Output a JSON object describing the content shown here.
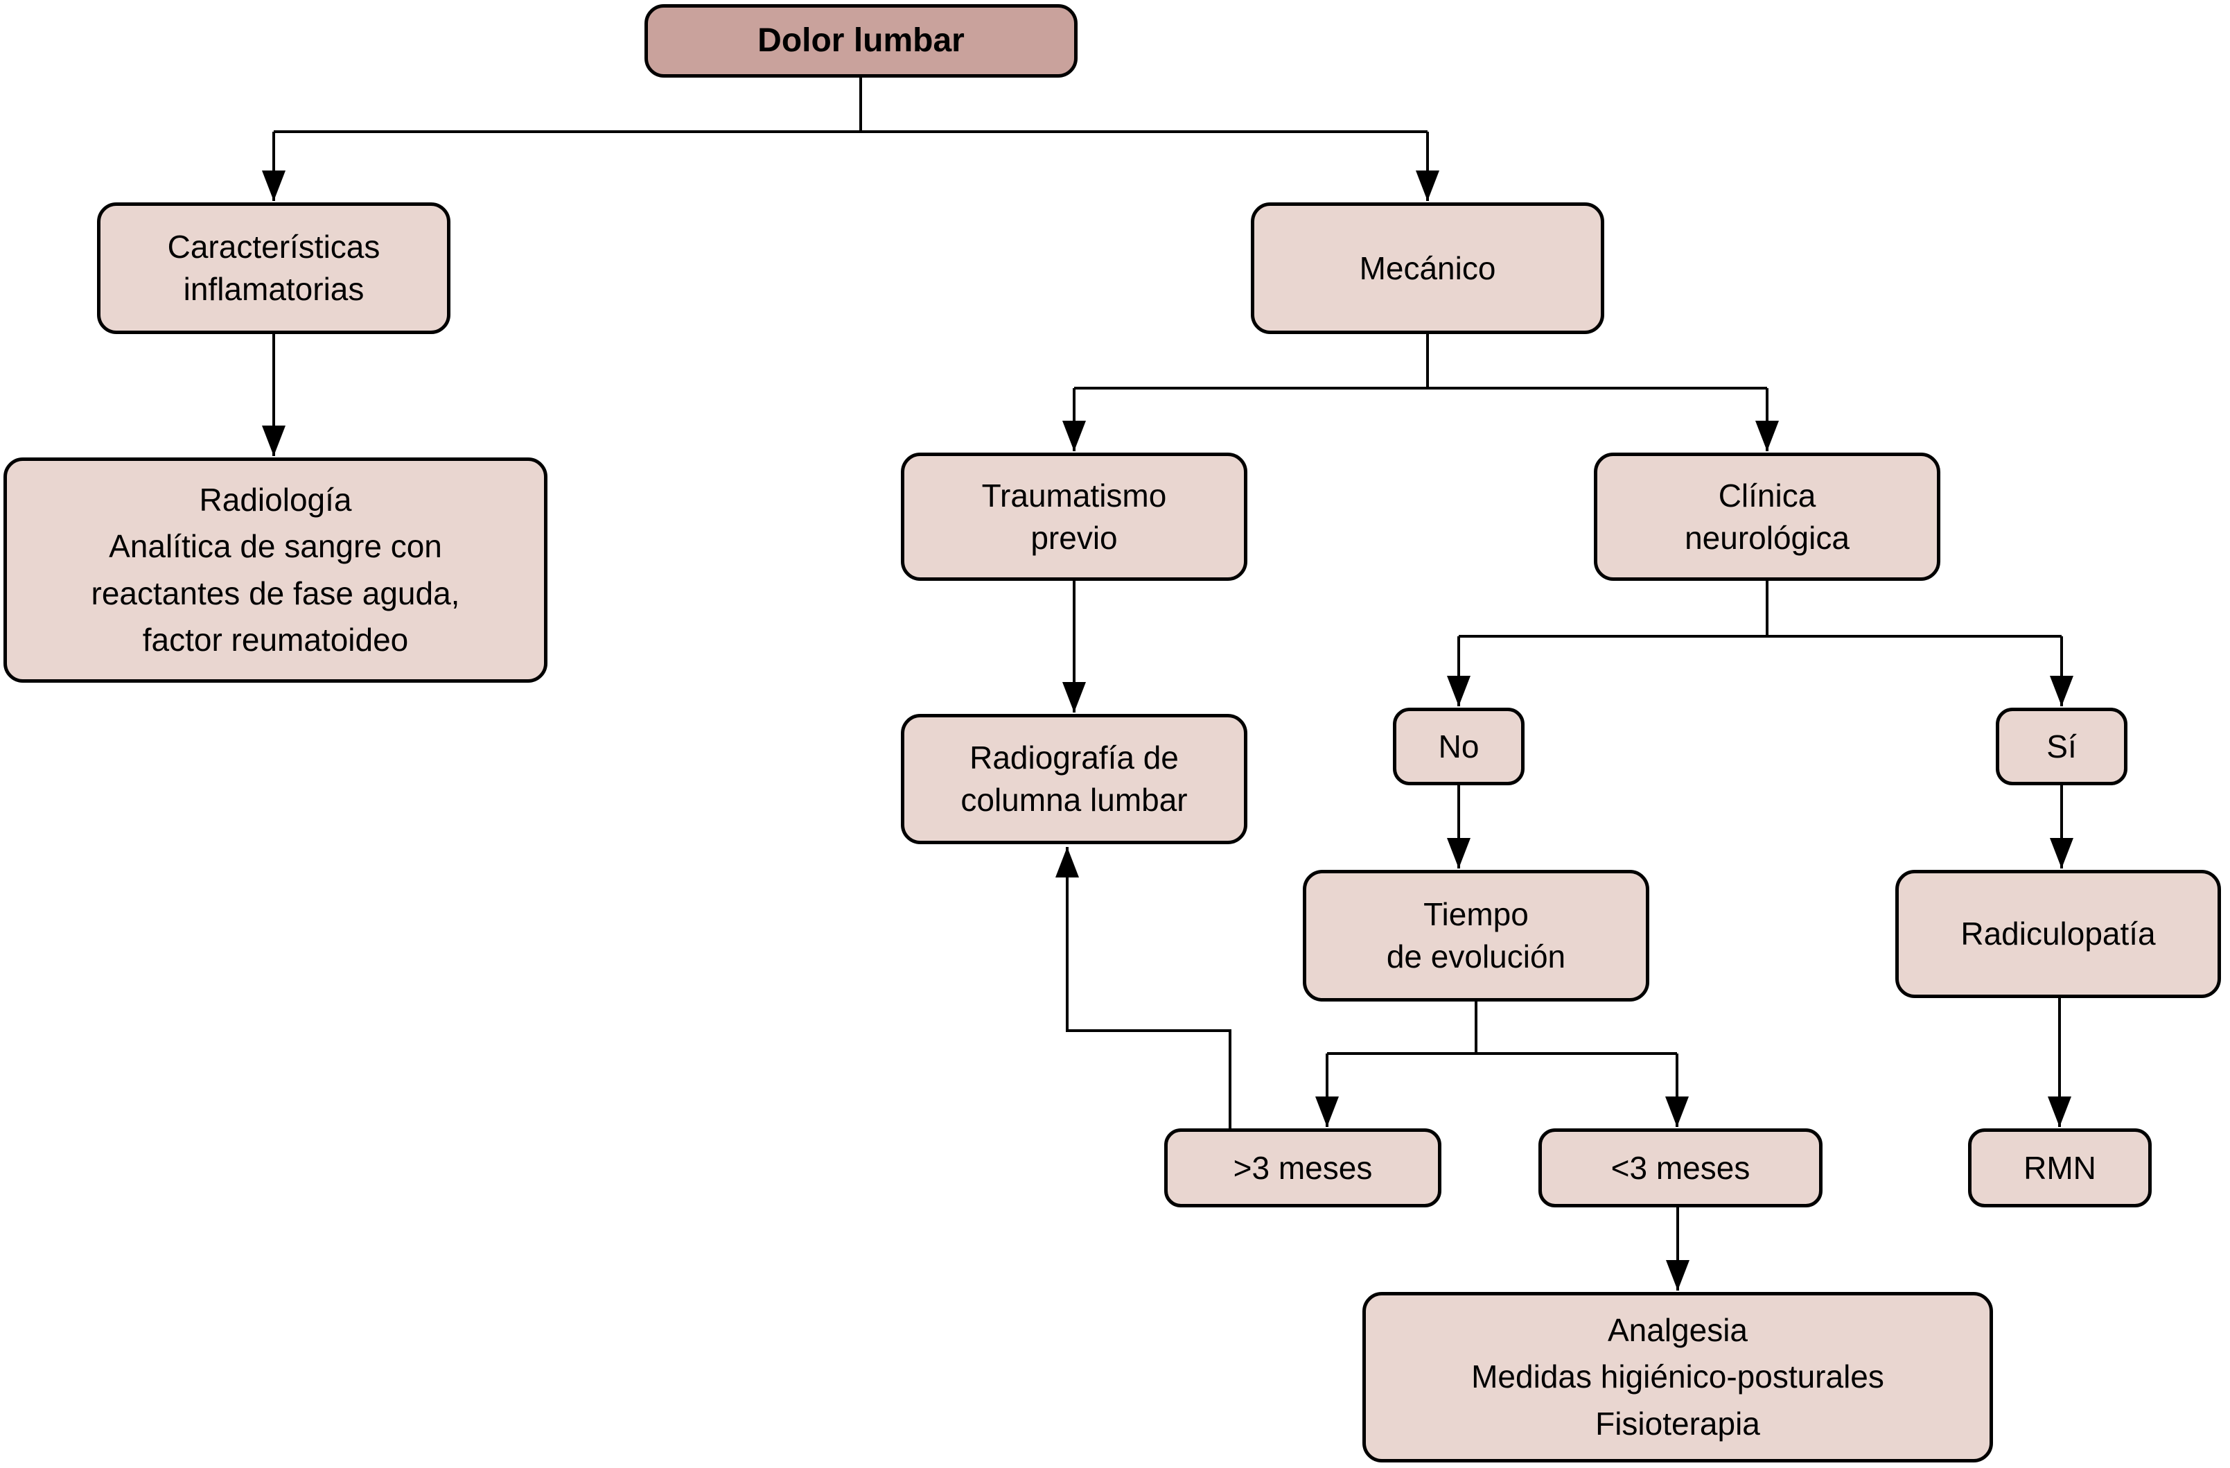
{
  "diagram": {
    "type": "flowchart",
    "title": "Dolor lumbar",
    "language": "es"
  },
  "colors": {
    "root_fill": "#c9a29c",
    "node_fill": "#e9d6d0",
    "border": "#000000",
    "line": "#000000",
    "text": "#000000",
    "background": "#ffffff"
  },
  "nodes": {
    "dolor_lumbar": {
      "lines": [
        "Dolor lumbar"
      ]
    },
    "caracteristicas": {
      "lines": [
        "Características",
        "inflamatorias"
      ]
    },
    "mecanico": {
      "lines": [
        "Mecánico"
      ]
    },
    "radiologia": {
      "lines": [
        "Radiología",
        "Analítica de sangre con",
        "reactantes de fase aguda,",
        "factor reumatoideo"
      ]
    },
    "traumatismo": {
      "lines": [
        "Traumatismo",
        "previo"
      ]
    },
    "clinica": {
      "lines": [
        "Clínica",
        "neurológica"
      ]
    },
    "radiografia": {
      "lines": [
        "Radiografía de",
        "columna lumbar"
      ]
    },
    "no": {
      "lines": [
        "No"
      ]
    },
    "si": {
      "lines": [
        "Sí"
      ]
    },
    "tiempo": {
      "lines": [
        "Tiempo",
        "de evolución"
      ]
    },
    "radiculopatia": {
      "lines": [
        "Radiculopatía"
      ]
    },
    "mas3meses": {
      "lines": [
        ">3 meses"
      ]
    },
    "menos3meses": {
      "lines": [
        "<3 meses"
      ]
    },
    "rmn": {
      "lines": [
        "RMN"
      ]
    },
    "analgesia": {
      "lines": [
        "Analgesia",
        "Medidas higiénico-posturales",
        "Fisioterapia"
      ]
    }
  },
  "edges": [
    {
      "from": "dolor_lumbar",
      "to": "caracteristicas"
    },
    {
      "from": "dolor_lumbar",
      "to": "mecanico"
    },
    {
      "from": "caracteristicas",
      "to": "radiologia"
    },
    {
      "from": "mecanico",
      "to": "traumatismo"
    },
    {
      "from": "mecanico",
      "to": "clinica"
    },
    {
      "from": "traumatismo",
      "to": "radiografia"
    },
    {
      "from": "clinica",
      "to": "no"
    },
    {
      "from": "clinica",
      "to": "si"
    },
    {
      "from": "no",
      "to": "tiempo"
    },
    {
      "from": "tiempo",
      "to": "mas3meses"
    },
    {
      "from": "tiempo",
      "to": "menos3meses"
    },
    {
      "from": "mas3meses",
      "to": "radiografia"
    },
    {
      "from": "menos3meses",
      "to": "analgesia"
    },
    {
      "from": "si",
      "to": "radiculopatia"
    },
    {
      "from": "radiculopatia",
      "to": "rmn"
    }
  ]
}
